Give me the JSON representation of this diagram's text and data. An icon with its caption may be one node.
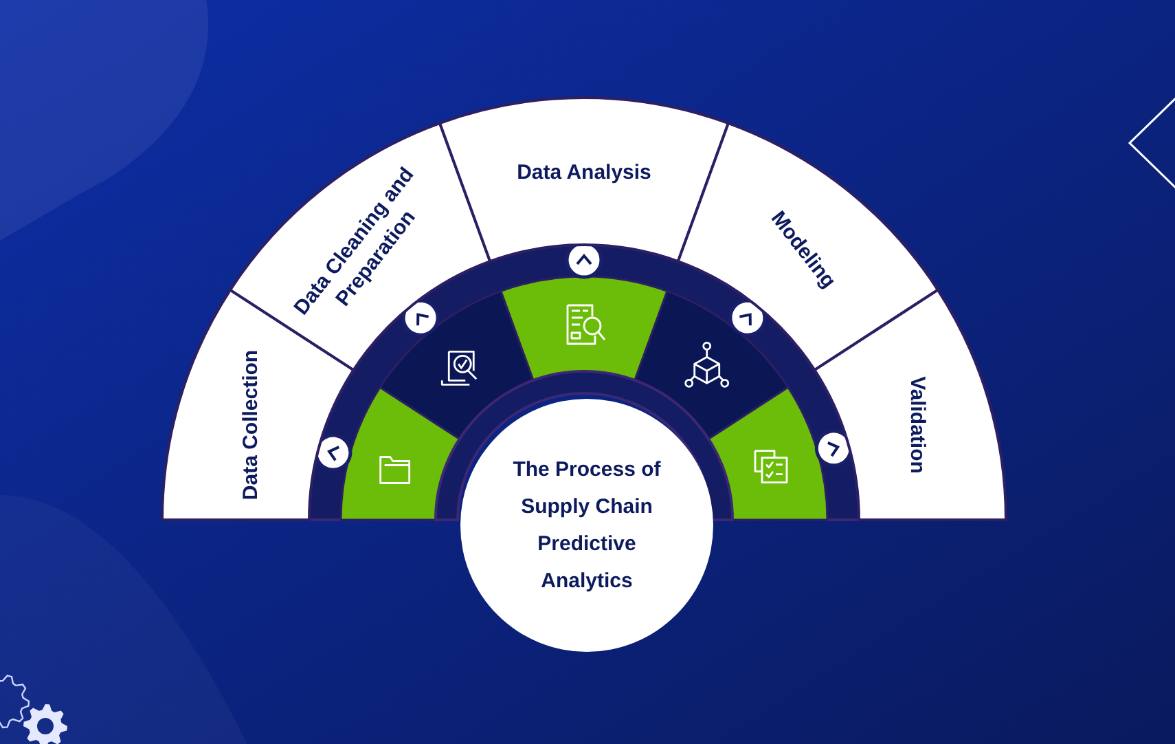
{
  "diagram": {
    "nodes": [
      {
        "text": [
          "Data Collection"
        ]
      },
      {
        "text": [
          "Data Cleaning and Preparation"
        ]
      },
      {
        "text": [
          "Data Analysis"
        ]
      },
      {
        "text": [
          "Modeling"
        ]
      },
      {
        "text": [
          "Validation"
        ]
      },
      {
        "text": [
          "The Process of Supply Chain Predictive Analytics"
        ]
      }
    ]
  }
}
